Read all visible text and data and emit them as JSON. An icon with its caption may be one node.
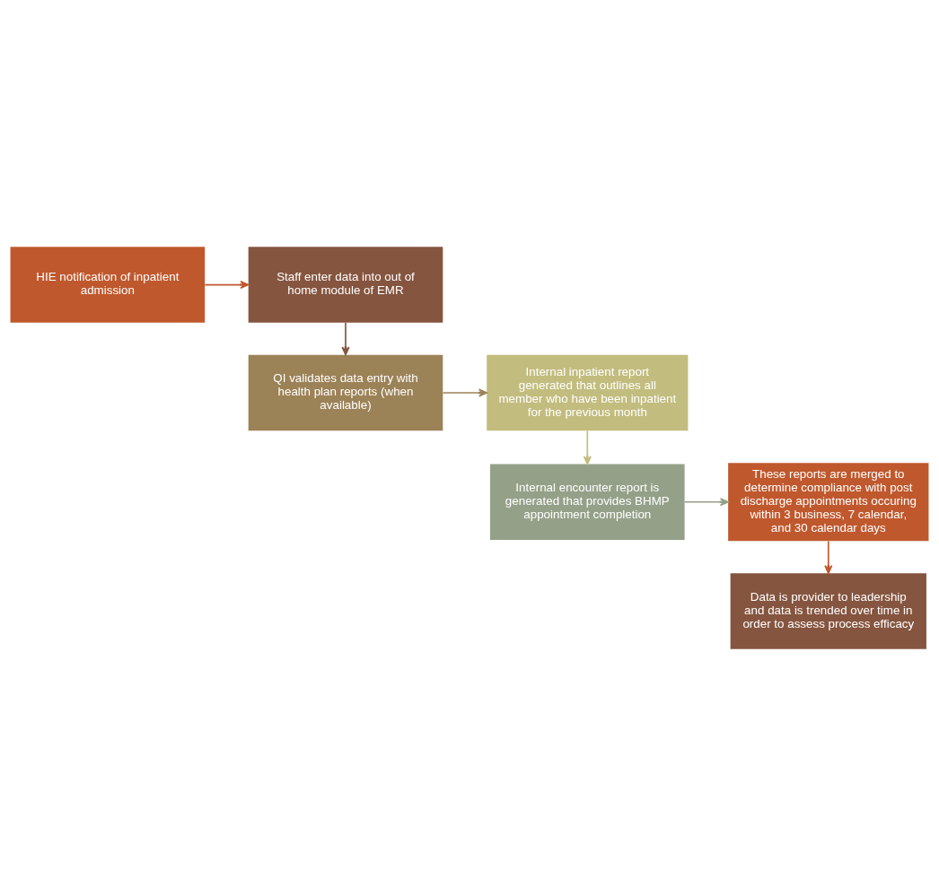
{
  "diagram": {
    "nodes": [
      {
        "text": [
          "HIE notification of inpatient admission"
        ]
      },
      {
        "text": [
          "Staff enter data into out of home module of EMR"
        ]
      },
      {
        "text": [
          "QI validates data entry with health plan reports (when available)"
        ]
      },
      {
        "text": [
          "Internal inpatient report generated that outlines all member who have been inpatient for the previous month"
        ]
      },
      {
        "text": [
          "Internal encounter report is generated that provides BHMP appointment completion"
        ]
      },
      {
        "text": [
          "These reports are merged to determine compliance with post discharge appointments occuring within 3 business, 7 calendar, and 30 calendar days"
        ]
      },
      {
        "text": [
          "Data is provider to leadership and data is trended over time in order to assess process efficacy"
        ]
      }
    ],
    "edges": [
      {
        "from": 0,
        "to": 1,
        "arrow": "to",
        "color": "#c0582d"
      },
      {
        "from": 1,
        "to": 2,
        "arrow": "to",
        "color": "#85553f"
      },
      {
        "from": 2,
        "to": 3,
        "arrow": "to",
        "color": "#9c8257"
      },
      {
        "from": 3,
        "to": 4,
        "arrow": "to",
        "color": "#c2bc7e"
      },
      {
        "from": 4,
        "to": 5,
        "arrow": "to",
        "color": "#94a088"
      },
      {
        "from": 5,
        "to": 6,
        "arrow": "to",
        "color": "#c0582d"
      }
    ]
  }
}
